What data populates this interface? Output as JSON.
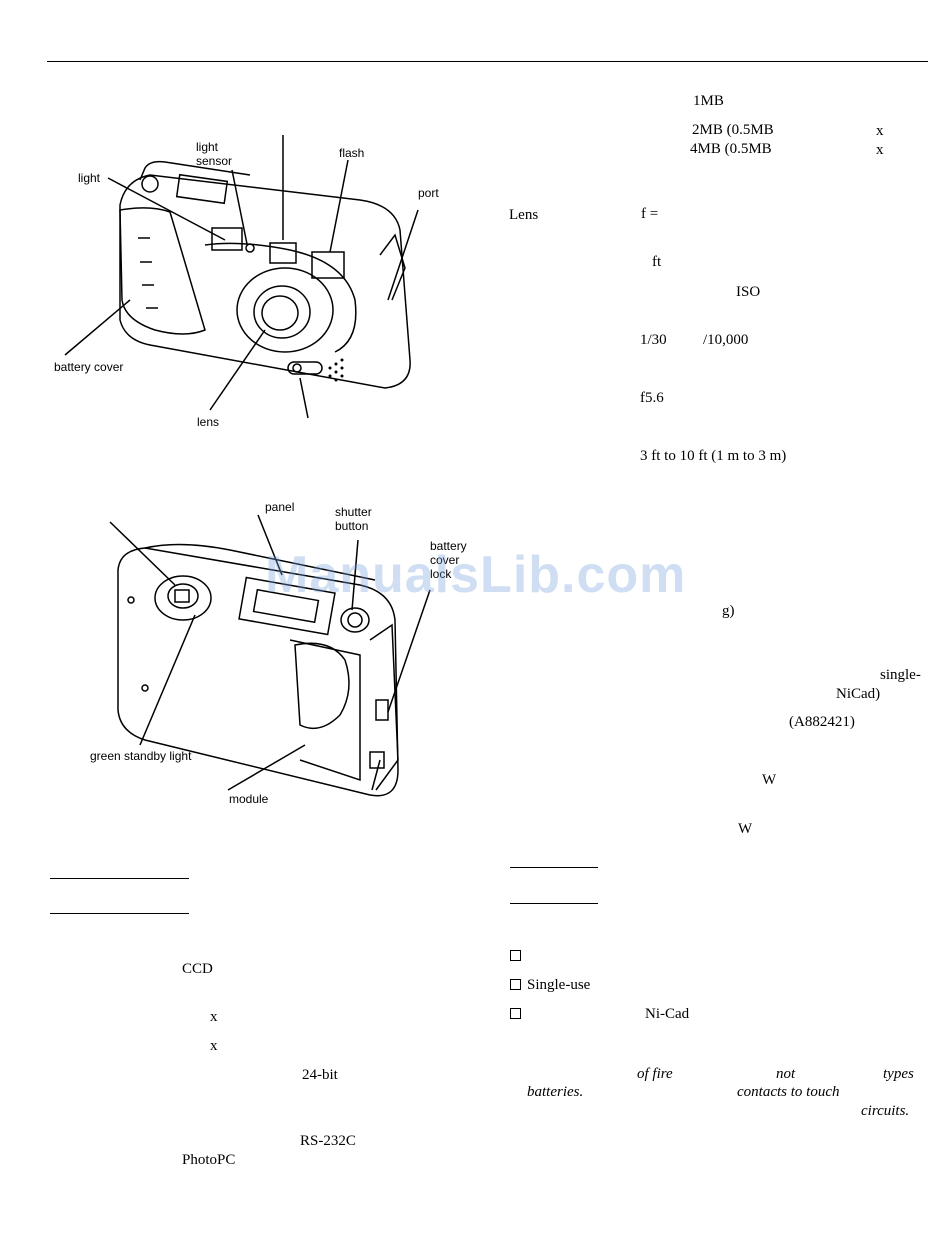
{
  "watermark": "ManualsLib.com",
  "figure_top": {
    "labels": {
      "light_sensor": "light\nsensor",
      "flash": "flash",
      "light": "light",
      "port": "port",
      "battery_cover": "battery cover",
      "lens": "lens"
    }
  },
  "figure_bottom": {
    "labels": {
      "panel": "panel",
      "shutter_button": "shutter\nbutton",
      "battery_cover_lock": "battery\ncover\nlock",
      "green_standby_light": "green standby light",
      "module": "module"
    }
  },
  "left_text": {
    "ccd": "CCD",
    "x1": "x",
    "x2": "x",
    "bit": "24-bit",
    "rs232c": "RS-232C",
    "photopc": "PhotoPC"
  },
  "right_text": {
    "mem_1mb": "1MB",
    "mem_2mb": "2MB (0.5MB",
    "mem_2mb_x": "x",
    "mem_4mb": "4MB (0.5MB",
    "mem_4mb_x": "x",
    "lens_label": "Lens",
    "f_eq": "f =",
    "ft": "ft",
    "iso": "ISO",
    "shutter": "1/30",
    "shutter2": "/10,000",
    "aperture": "f5.6",
    "range": "3 ft to 10 ft (1 m to 3 m)",
    "weight_g": "g)",
    "single": "single-",
    "nicad": "NiCad)",
    "part_no": "(A882421)",
    "w1": "W",
    "w2": "W",
    "check1": "",
    "check2": "Single-use",
    "check3": "Ni-Cad",
    "warn_offire": "of fire",
    "warn_not": "not",
    "warn_types": "types",
    "warn_batteries": "batteries.",
    "warn_contacts": "contacts to touch",
    "warn_circuits": "circuits."
  }
}
